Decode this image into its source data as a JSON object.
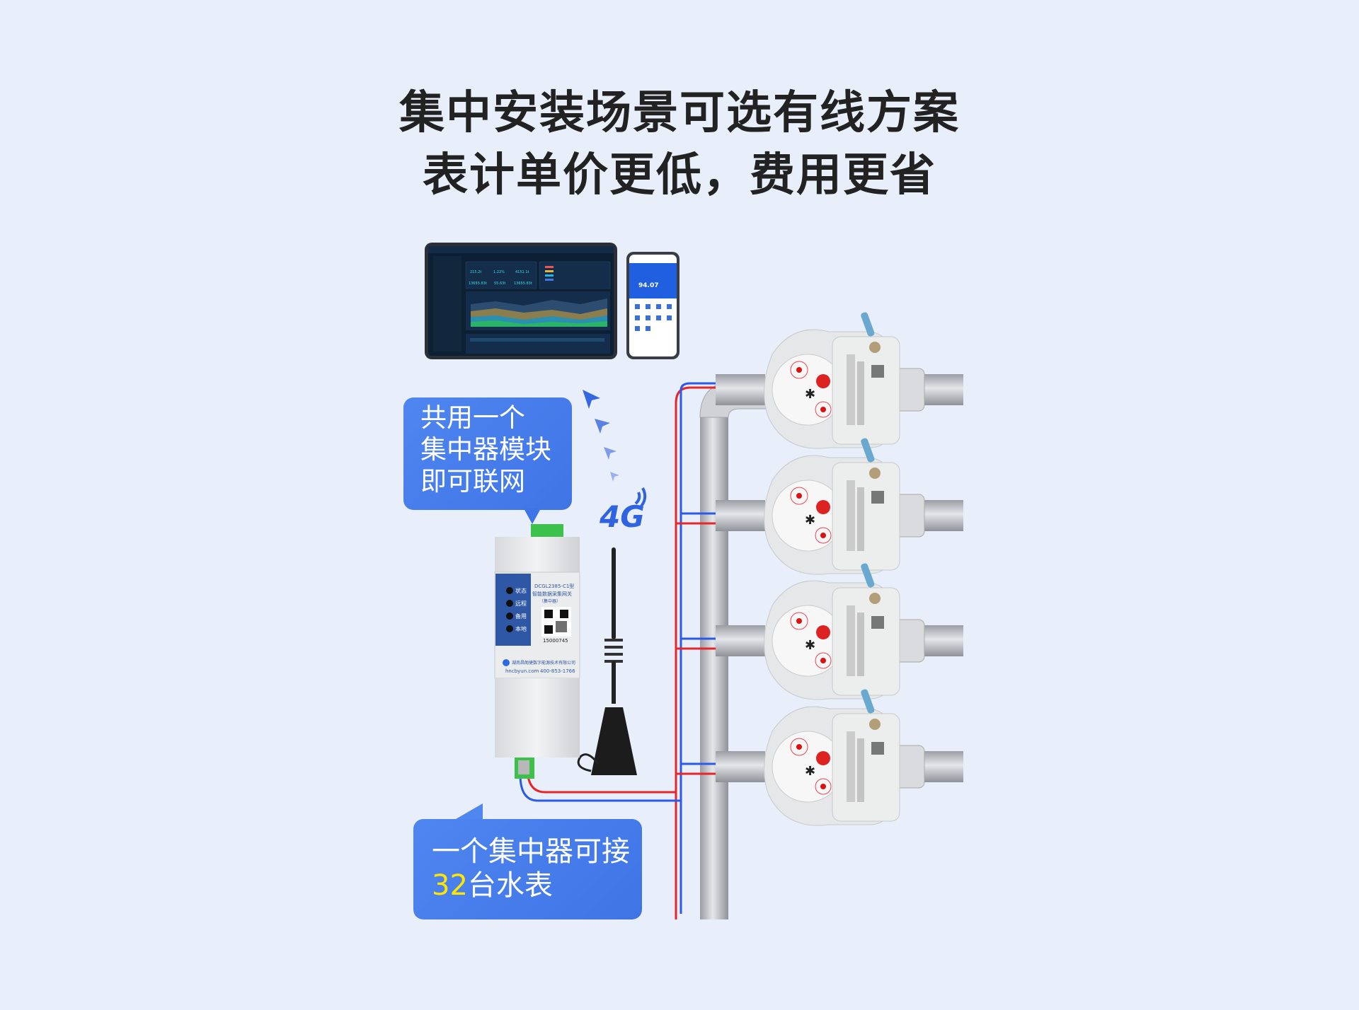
{
  "headline": {
    "line1": "集中安装场景可选有线方案",
    "line2": "表计单价更低，费用更省"
  },
  "bubble_top": {
    "lines": [
      "共用一个",
      "集中器模块",
      "即可联网"
    ]
  },
  "bubble_bottom": {
    "line1": "一个集中器可接",
    "count": "32",
    "line2_rest": "台水表"
  },
  "signal_label": "4G",
  "device": {
    "model": "DCGL2385-C1型",
    "name": "智能数据采集网关",
    "sub": "（集中器）",
    "leds": [
      "状态",
      "远程",
      "备用",
      "本地"
    ],
    "serial": "15000745",
    "company": "湖南昌朗捷数字能源技术有限公司",
    "website": "hncbyun.com",
    "phone": "400-853-1766"
  },
  "dashboard": {
    "stats": [
      "215.2t",
      "1.22%",
      "4151.1t",
      "13655.83t",
      "55.63t",
      "13655.83t"
    ]
  },
  "phone_app": {
    "reading": "94.07"
  },
  "colors": {
    "background": "#e9eefb",
    "bubble": "#4a80ee",
    "wire_red": "#e8262a",
    "wire_blue": "#2a5ae8",
    "highlight": "#ffe600"
  }
}
